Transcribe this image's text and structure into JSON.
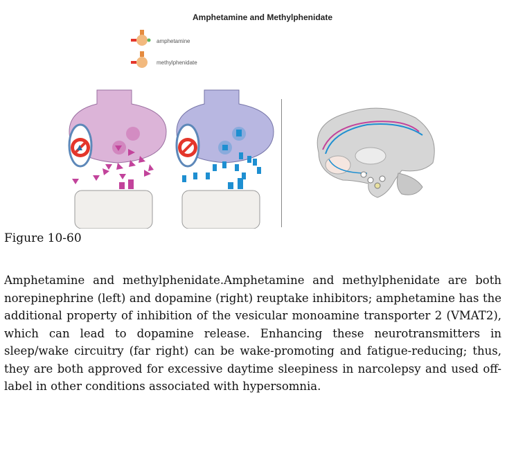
{
  "figure": {
    "title": "Amphetamine and Methylphenidate",
    "legend": [
      {
        "label": "amphetamine"
      },
      {
        "label": "methylphenidate"
      }
    ],
    "colors": {
      "amphetamine": "#e58b3f",
      "methylphenidate": "#e58b3f",
      "norepinephrine": "#c2439b",
      "dopamine": "#1e8fd1",
      "presynaptic_left": "#dcb4d8",
      "presynaptic_right": "#b8b7e1",
      "postsynaptic": "#f1efec",
      "block": "#e4362b"
    }
  },
  "caption": {
    "label": "Figure 10-60",
    "text": "Amphetamine and methylphenidate.Amphetamine and methylphenidate are both norepinephrine (left) and dopamine (right) reuptake inhibitors; amphetamine has the additional property of inhibition of the vesicular monoamine transporter 2 (VMAT2), which can lead to dopamine release. Enhancing these neurotransmitters in sleep/wake circuitry (far right) can be wake-promoting and fatigue-reducing; thus, they are both approved for excessive daytime sleepiness in narcolepsy and used off-label in other conditions associated with hypersomnia."
  }
}
